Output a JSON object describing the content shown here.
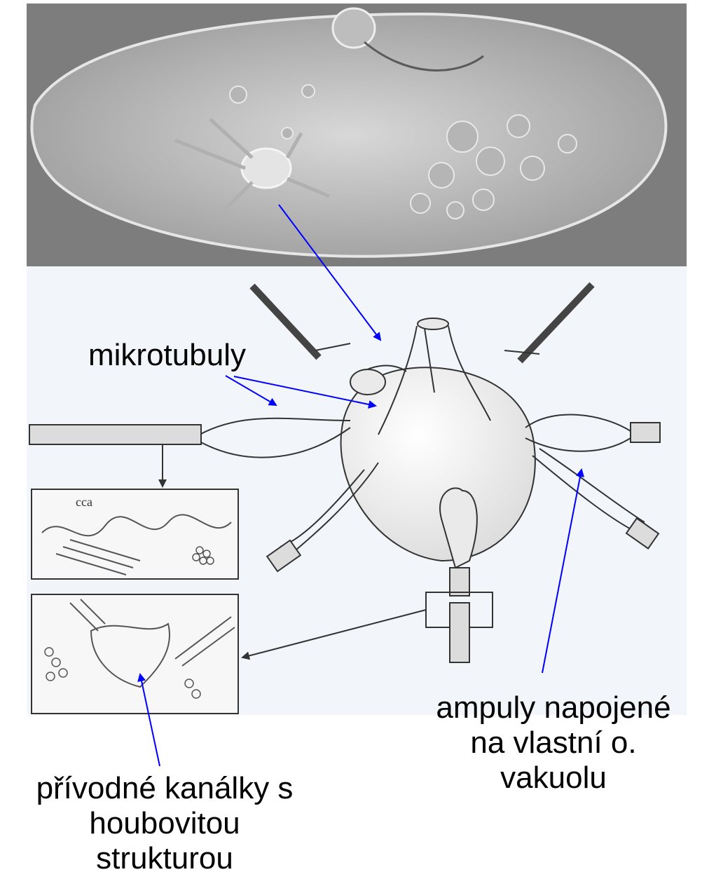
{
  "labels": {
    "mikrotubuly": "mikrotubuly",
    "ampuly": [
      "ampuly napojené",
      "na vlastní o.",
      "vakuolu"
    ],
    "privodne": [
      "přívodné kanálky s",
      "houbovitou",
      "strukturou"
    ],
    "inset_text": "cca"
  },
  "colors": {
    "arrow": "#0000ff",
    "micrograph_bg": "#7a7a7a",
    "cell_body": "#cfcfcf",
    "drawing_bg": "#f2f6fa",
    "ink": "#333333"
  }
}
